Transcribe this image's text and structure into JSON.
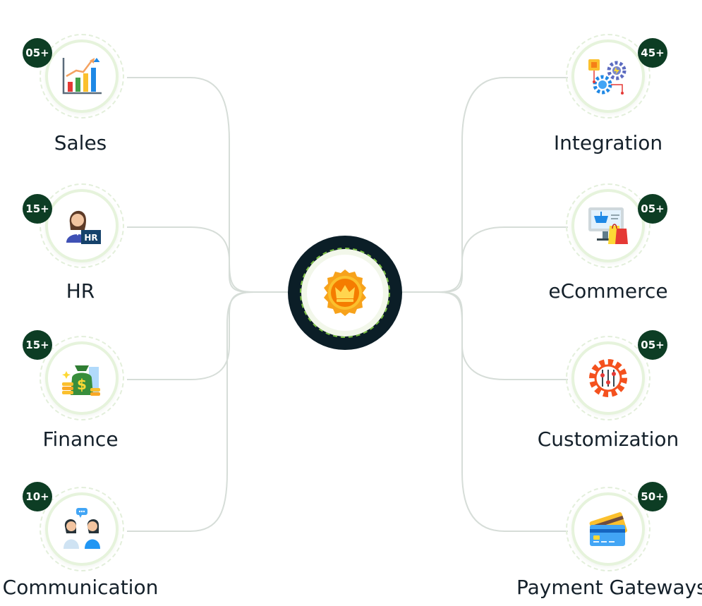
{
  "colors": {
    "badge": "#0d3d24",
    "hub": "#0b1e27",
    "hub_dash": "#7dc244",
    "connector": "#d6ddd8",
    "label": "#14202a"
  },
  "hub": {
    "icon": "crown-medal-icon"
  },
  "left_categories": [
    {
      "label": "Sales",
      "badge": "05+",
      "icon": "bar-chart-growth-icon"
    },
    {
      "label": "HR",
      "badge": "15+",
      "icon": "hr-person-icon"
    },
    {
      "label": "Finance",
      "badge": "15+",
      "icon": "money-bag-coins-icon"
    },
    {
      "label": "Communication",
      "badge": "10+",
      "icon": "people-chat-icon"
    }
  ],
  "right_categories": [
    {
      "label": "Integration",
      "badge": "45+",
      "icon": "gears-integration-icon"
    },
    {
      "label": "eCommerce",
      "badge": "05+",
      "icon": "shopping-cart-bags-icon"
    },
    {
      "label": "Customization",
      "badge": "05+",
      "icon": "gear-sliders-icon"
    },
    {
      "label": "Payment Gateways",
      "badge": "50+",
      "icon": "credit-cards-icon"
    }
  ]
}
